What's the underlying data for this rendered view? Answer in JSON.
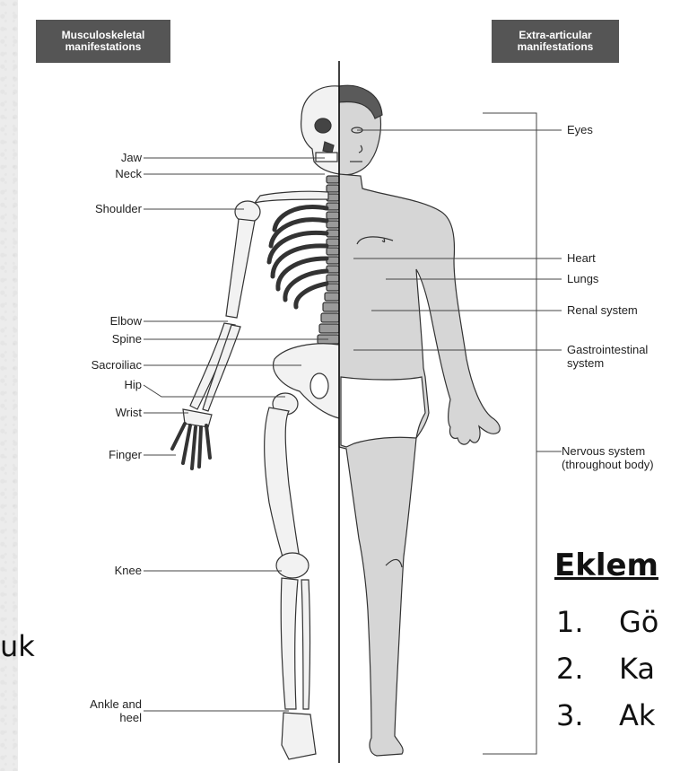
{
  "diagram": {
    "header_left": "Musculoskeletal\nmanifestations",
    "header_right": "Extra-articular\nmanifestations",
    "left_labels": [
      "Jaw",
      "Neck",
      "Shoulder",
      "Elbow",
      "Spine",
      "Sacroiliac",
      "Hip",
      "Wrist",
      "Finger",
      "Knee",
      "Ankle and\nheel"
    ],
    "right_labels": [
      "Eyes",
      "Heart",
      "Lungs",
      "Renal system",
      "Gastrointestinal\nsystem",
      "Nervous system\n(throughout body)"
    ]
  },
  "slide": {
    "left_fragment": "uk",
    "section_title": "Eklem",
    "list": [
      {
        "num": "1.",
        "text": "Gö"
      },
      {
        "num": "2.",
        "text": "Ka"
      },
      {
        "num": "3.",
        "text": "Ak"
      }
    ]
  },
  "colors": {
    "header_bg": "#555555",
    "body_fill": "#d6d6d6",
    "line": "#222222"
  }
}
